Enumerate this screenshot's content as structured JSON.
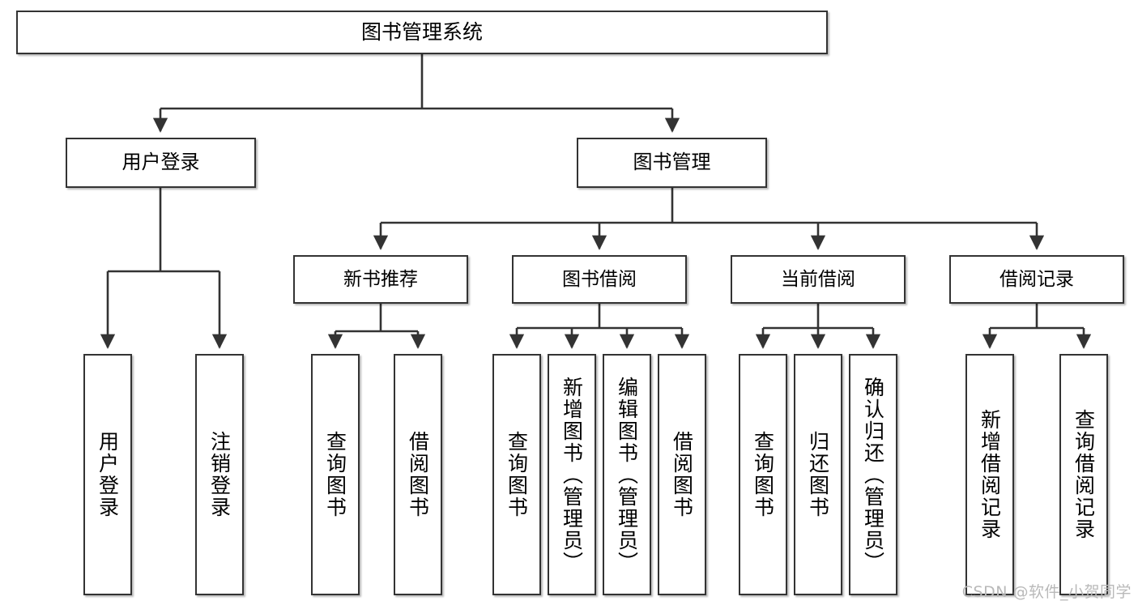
{
  "diagram": {
    "title": "图书管理系统",
    "type": "tree-hierarchy-chart",
    "watermark": "CSDN @软件_小贺同学",
    "colors": {
      "background": "#ffffff",
      "node_fill": "#ffffff",
      "node_stroke": "#333333",
      "edge_stroke": "#333333",
      "text": "#000000",
      "watermark": "#b9b9b9"
    },
    "root": {
      "label": "图书管理系统"
    },
    "level2": [
      {
        "label": "用户登录"
      },
      {
        "label": "图书管理"
      }
    ],
    "level3": [
      {
        "label": "新书推荐"
      },
      {
        "label": "图书借阅"
      },
      {
        "label": "当前借阅"
      },
      {
        "label": "借阅记录"
      }
    ],
    "leaves": {
      "user_login": [
        {
          "label": "用户登录"
        },
        {
          "label": "注销登录"
        }
      ],
      "new_book_recommend": [
        {
          "label": "查询图书"
        },
        {
          "label": "借阅图书"
        }
      ],
      "book_borrow": [
        {
          "label": "查询图书"
        },
        {
          "label": "新增图书（管理员）"
        },
        {
          "label": "编辑图书（管理员）"
        },
        {
          "label": "借阅图书"
        }
      ],
      "current_borrow": [
        {
          "label": "查询图书"
        },
        {
          "label": "归还图书"
        },
        {
          "label": "确认归还（管理员）"
        }
      ],
      "borrow_record": [
        {
          "label": "新增借阅记录"
        },
        {
          "label": "查询借阅记录"
        }
      ]
    }
  }
}
